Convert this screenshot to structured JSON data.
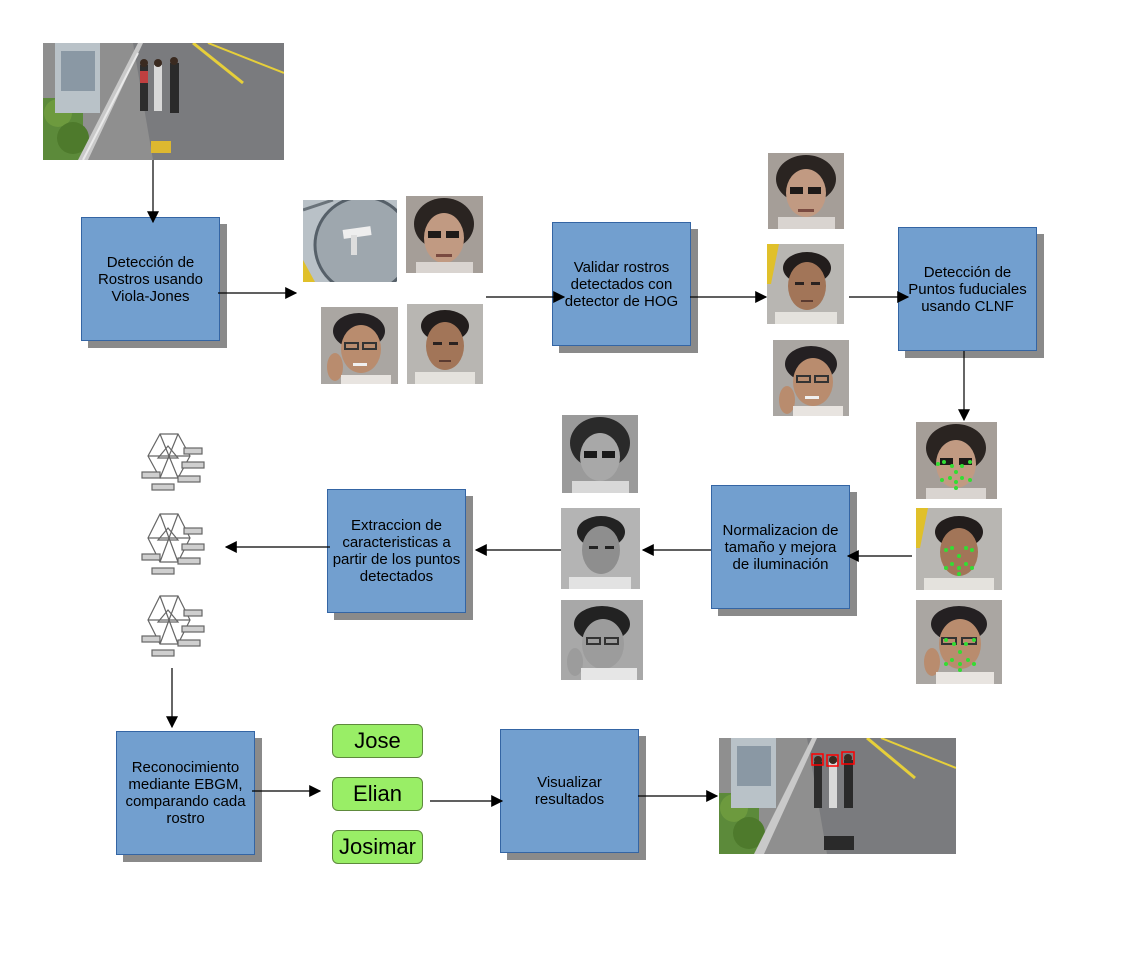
{
  "boxes": {
    "viola_jones": "Detección de Rostros usando Viola-Jones",
    "hog": "Validar rostros detectados con detector de HOG",
    "clnf": "Detección de Puntos fuduciales usando CLNF",
    "normalization": "Normalizacion de tamaño y mejora de iluminación",
    "extraction": "Extraccion de caracteristicas a partir de los puntos detectados",
    "recognition": "Reconocimiento mediante EBGM, comparando cada rostro",
    "visualize": "Visualizar resultados"
  },
  "names": [
    "Jose",
    "Elian",
    "Josimar"
  ],
  "colors": {
    "box_fill": "#729fcf",
    "box_border": "#3465a4",
    "shadow": "#8a8a8a",
    "name_fill": "#99ee66",
    "landmark": "#33dd33",
    "detection_box": "#ff0000"
  }
}
